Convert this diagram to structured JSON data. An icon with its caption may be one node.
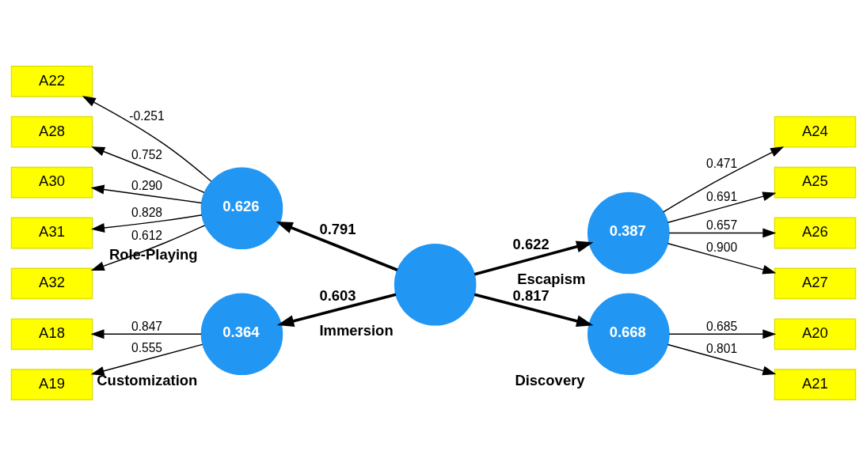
{
  "diagram": {
    "nodes": [
      {
        "text": [
          "0.364"
        ],
        "beside": [
          "Customization"
        ]
      },
      {
        "text": [
          "0.387"
        ],
        "beside": [
          "Escapism"
        ]
      },
      {
        "text": [],
        "shape": "circle",
        "beside": [
          "Immersion"
        ]
      },
      {
        "text": [
          "0.626"
        ],
        "beside": [
          "Role-Playing"
        ]
      },
      {
        "text": [
          "0.668"
        ],
        "beside": [
          "Discovery"
        ]
      },
      {
        "text": [
          "A18"
        ]
      },
      {
        "text": [
          "A19"
        ]
      },
      {
        "text": [
          "A24"
        ]
      },
      {
        "text": [
          "A25"
        ]
      },
      {
        "text": [
          "A26"
        ]
      },
      {
        "text": [
          "A27"
        ]
      },
      {
        "text": [
          "A22"
        ]
      },
      {
        "text": [
          "A28"
        ]
      },
      {
        "text": [
          "A30"
        ]
      },
      {
        "text": [
          "A31"
        ]
      },
      {
        "text": [
          "A32"
        ]
      },
      {
        "text": [
          "A20"
        ]
      },
      {
        "text": [
          "A21"
        ]
      }
    ],
    "edges": [
      {
        "from": 0,
        "to": 5,
        "arrow": "to",
        "label": "0.847"
      },
      {
        "from": 0,
        "to": 6,
        "arrow": "to",
        "label": "0.555"
      },
      {
        "from": 2,
        "to": 0,
        "arrow": "to",
        "label": "0.603",
        "style": "thick"
      },
      {
        "from": 2,
        "to": 1,
        "arrow": "to",
        "label": "0.622",
        "style": "thick"
      },
      {
        "from": 1,
        "to": 7,
        "arrow": "to",
        "label": "0.471"
      },
      {
        "from": 1,
        "to": 8,
        "arrow": "to",
        "label": "0.691"
      },
      {
        "from": 1,
        "to": 9,
        "arrow": "to",
        "label": "0.657"
      },
      {
        "from": 1,
        "to": 10,
        "arrow": "to",
        "label": "0.900"
      },
      {
        "from": 3,
        "to": 11,
        "arrow": "to",
        "label": "-0.251"
      },
      {
        "from": 3,
        "to": 12,
        "arrow": "to",
        "label": "0.752"
      },
      {
        "from": 3,
        "to": 13,
        "arrow": "to",
        "label": "0.290"
      },
      {
        "from": 3,
        "to": 14,
        "arrow": "to",
        "label": "0.828"
      },
      {
        "from": 3,
        "to": 15,
        "arrow": "to",
        "label": "0.612"
      },
      {
        "from": 2,
        "to": 3,
        "arrow": "to",
        "label": "0.791",
        "style": "thick"
      },
      {
        "from": 2,
        "to": 4,
        "arrow": "to",
        "label": "0.817",
        "style": "thick"
      },
      {
        "from": 4,
        "to": 16,
        "arrow": "to",
        "label": "0.685"
      },
      {
        "from": 4,
        "to": 17,
        "arrow": "to",
        "label": "0.801"
      }
    ]
  }
}
